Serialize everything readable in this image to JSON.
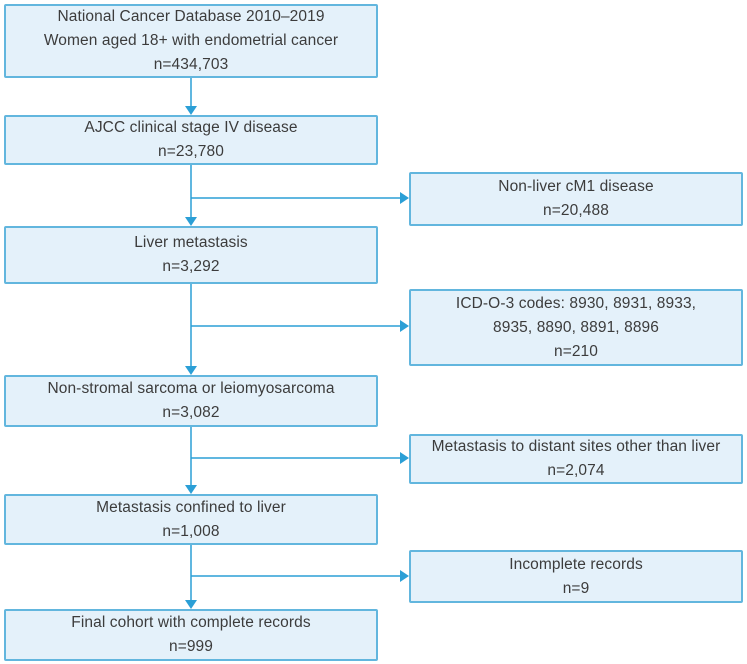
{
  "diagram": {
    "colors": {
      "box_fill": "#e4f1fa",
      "box_border": "#62b6de",
      "arrow": "#2b9fd6",
      "text": "#3c3c3c",
      "background": "#ffffff"
    },
    "main_boxes": [
      {
        "id": "source-population",
        "lines": [
          "National Cancer Database 2010–2019",
          "Women aged 18+ with endometrial cancer",
          "n=434,703"
        ]
      },
      {
        "id": "ajcc-stage-iv",
        "lines": [
          "AJCC clinical stage IV disease",
          "n=23,780"
        ]
      },
      {
        "id": "liver-metastasis",
        "lines": [
          "Liver metastasis",
          "n=3,292"
        ]
      },
      {
        "id": "non-stromal-sarcoma",
        "lines": [
          "Non-stromal sarcoma or leiomyosarcoma",
          "n=3,082"
        ]
      },
      {
        "id": "metastasis-confined-to-liver",
        "lines": [
          "Metastasis confined to liver",
          "n=1,008"
        ]
      },
      {
        "id": "final-cohort",
        "lines": [
          "Final cohort with complete records",
          "n=999"
        ]
      }
    ],
    "exclusion_boxes": [
      {
        "id": "non-liver-cm1-disease",
        "lines": [
          "Non-liver cM1 disease",
          "n=20,488"
        ]
      },
      {
        "id": "icd-o-3-codes",
        "lines": [
          "ICD-O-3 codes: 8930, 8931, 8933,",
          "8935, 8890, 8891, 8896",
          "n=210"
        ]
      },
      {
        "id": "metastasis-other-distant-sites",
        "lines": [
          "Metastasis to distant sites other than liver",
          "n=2,074"
        ]
      },
      {
        "id": "incomplete-records",
        "lines": [
          "Incomplete records",
          "n=9"
        ]
      }
    ]
  }
}
